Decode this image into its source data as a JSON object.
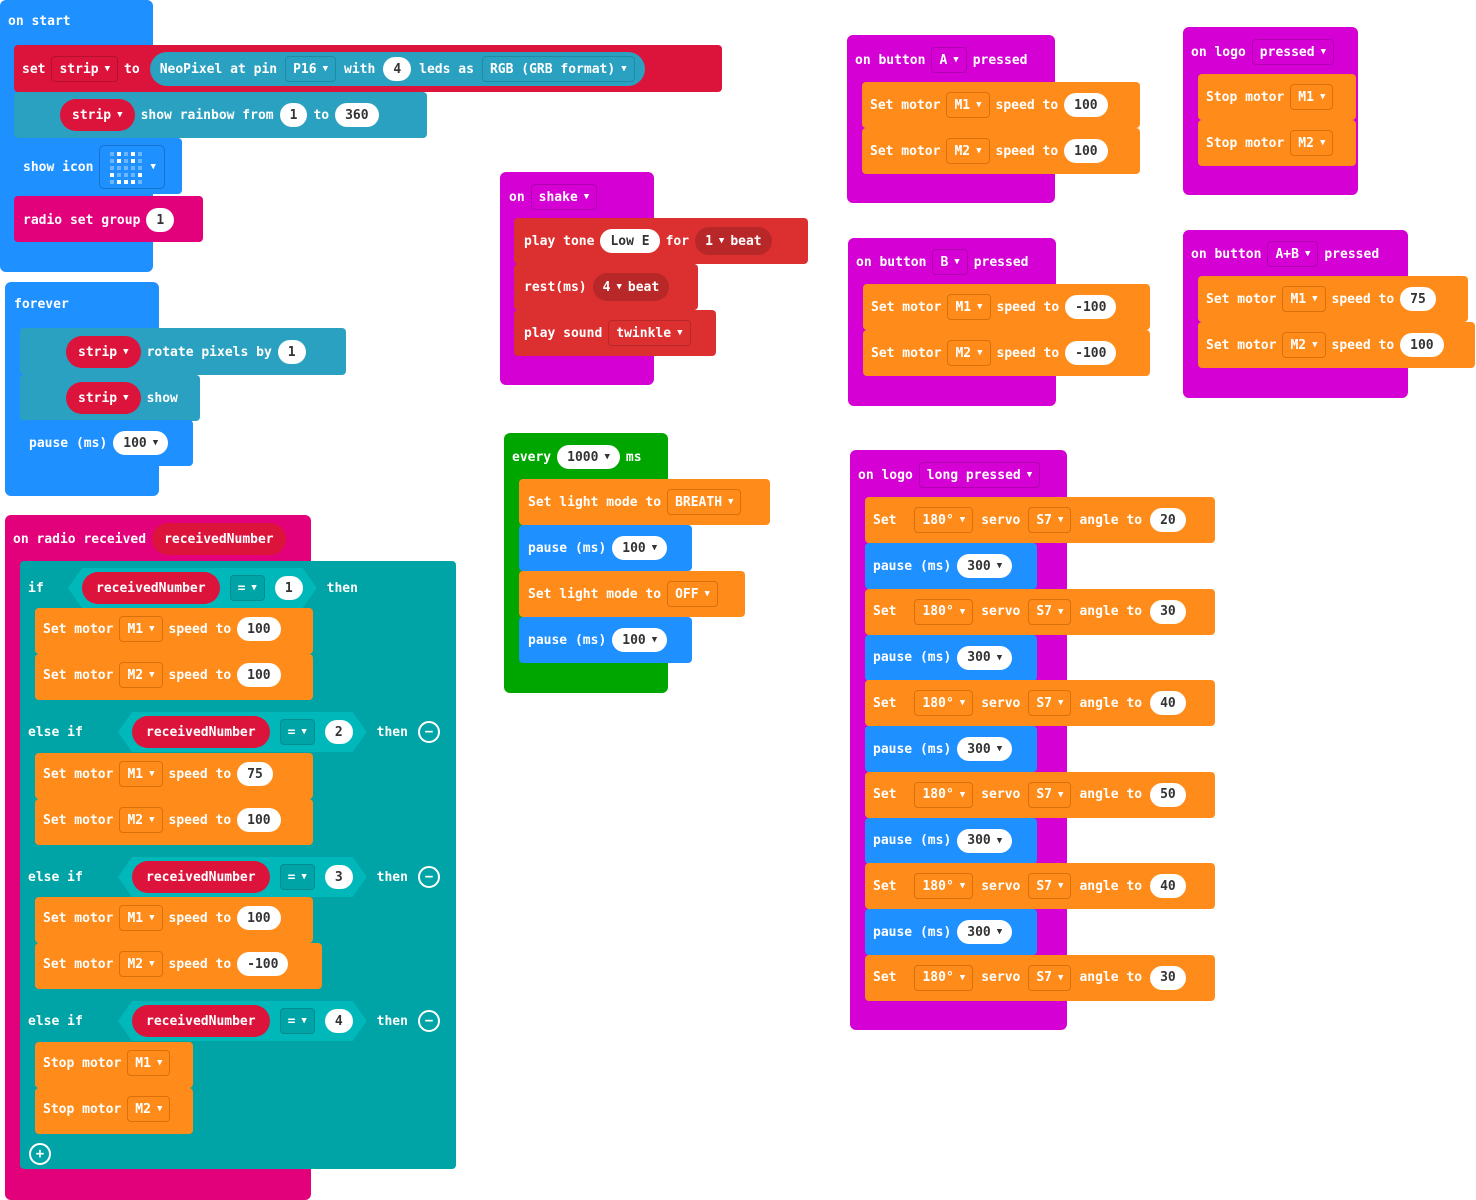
{
  "colors": {
    "basic": "#1e90ff",
    "neopixel": "#2aa1c0",
    "pinkradio": "#e3007b",
    "red": "#dc143c",
    "orange": "#ff8c1a",
    "magenta": "#d400d4",
    "green": "#00a600",
    "logic": "#00a4a6"
  },
  "on_start": {
    "header": "on start",
    "set": {
      "kw": "set",
      "var": "strip",
      "to": "to",
      "neopixel": "NeoPixel at pin",
      "pin": "P16",
      "with": "with",
      "count": "4",
      "leds_as": "leds as",
      "format": "RGB (GRB format)"
    },
    "rainbow": {
      "var": "strip",
      "text": "show rainbow from",
      "from": "1",
      "to_kw": "to",
      "to": "360"
    },
    "show_icon": {
      "label": "show icon"
    },
    "radio": {
      "label": "radio set group",
      "value": "1"
    }
  },
  "forever": {
    "header": "forever",
    "rotate": {
      "var": "strip",
      "label": "rotate pixels by",
      "value": "1"
    },
    "show": {
      "var": "strip",
      "label": "show"
    },
    "pause": {
      "label": "pause (ms)",
      "value": "100"
    }
  },
  "radio_received": {
    "header": "on radio received",
    "param": "receivedNumber",
    "branches": [
      {
        "kw": "if",
        "var": "receivedNumber",
        "op": "=",
        "value": "1",
        "then": "then",
        "actions": [
          {
            "a": "Set motor",
            "m": "M1",
            "s": "speed to",
            "v": "100"
          },
          {
            "a": "Set motor",
            "m": "M2",
            "s": "speed to",
            "v": "100"
          }
        ]
      },
      {
        "kw": "else if",
        "var": "receivedNumber",
        "op": "=",
        "value": "2",
        "then": "then",
        "actions": [
          {
            "a": "Set motor",
            "m": "M1",
            "s": "speed to",
            "v": "75"
          },
          {
            "a": "Set motor",
            "m": "M2",
            "s": "speed to",
            "v": "100"
          }
        ]
      },
      {
        "kw": "else if",
        "var": "receivedNumber",
        "op": "=",
        "value": "3",
        "then": "then",
        "actions": [
          {
            "a": "Set motor",
            "m": "M1",
            "s": "speed to",
            "v": "100"
          },
          {
            "a": "Set motor",
            "m": "M2",
            "s": "speed to",
            "v": "-100"
          }
        ]
      },
      {
        "kw": "else if",
        "var": "receivedNumber",
        "op": "=",
        "value": "4",
        "then": "then",
        "actions": [
          {
            "a": "Stop motor",
            "m": "M1"
          },
          {
            "a": "Stop motor",
            "m": "M2"
          }
        ]
      }
    ]
  },
  "on_shake": {
    "on": "on",
    "event": "shake",
    "tone": {
      "label": "play tone",
      "note": "Low E",
      "for": "for",
      "beats": "1",
      "beat": "beat"
    },
    "rest": {
      "label": "rest(ms)",
      "beats": "4",
      "beat": "beat"
    },
    "sound": {
      "label": "play sound",
      "value": "twinkle"
    }
  },
  "every": {
    "label": "every",
    "interval": "1000",
    "unit": "ms",
    "l1": {
      "label": "Set light mode to",
      "value": "BREATH"
    },
    "p1": {
      "label": "pause (ms)",
      "value": "100"
    },
    "l2": {
      "label": "Set light mode to",
      "value": "OFF"
    },
    "p2": {
      "label": "pause (ms)",
      "value": "100"
    }
  },
  "btn_a": {
    "on": "on button",
    "btn": "A",
    "pressed": "pressed",
    "r1": {
      "a": "Set motor",
      "m": "M1",
      "s": "speed to",
      "v": "100"
    },
    "r2": {
      "a": "Set motor",
      "m": "M2",
      "s": "speed to",
      "v": "100"
    }
  },
  "btn_b": {
    "on": "on button",
    "btn": "B",
    "pressed": "pressed",
    "r1": {
      "a": "Set motor",
      "m": "M1",
      "s": "speed to",
      "v": "-100"
    },
    "r2": {
      "a": "Set motor",
      "m": "M2",
      "s": "speed to",
      "v": "-100"
    }
  },
  "logo": {
    "on": "on logo",
    "event": "pressed",
    "r1": {
      "a": "Stop motor",
      "m": "M1"
    },
    "r2": {
      "a": "Stop motor",
      "m": "M2"
    }
  },
  "btn_ab": {
    "on": "on button",
    "btn": "A+B",
    "pressed": "pressed",
    "r1": {
      "a": "Set motor",
      "m": "M1",
      "s": "speed to",
      "v": "75"
    },
    "r2": {
      "a": "Set motor",
      "m": "M2",
      "s": "speed to",
      "v": "100"
    }
  },
  "logo_long": {
    "on": "on logo",
    "event": "long pressed",
    "set": "Set",
    "deg": "180°",
    "servo": "servo",
    "port": "S7",
    "angle": "angle to",
    "pause": "pause (ms)",
    "ms": "300",
    "angles": [
      "20",
      "30",
      "40",
      "50",
      "40",
      "30"
    ]
  }
}
